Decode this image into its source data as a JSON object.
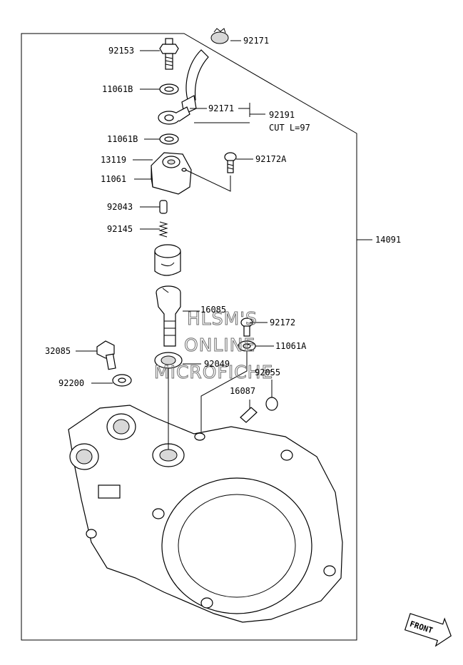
{
  "labels": {
    "p92171_top": "92171",
    "p92153": "92153",
    "p11061b_a": "11061B",
    "p92171_mid": "92171",
    "p92191": "92191",
    "cut": "CUT L=97",
    "p11061b_b": "11061B",
    "p13119": "13119",
    "p92172a": "92172A",
    "p11061": "11061",
    "p92043": "92043",
    "p92145": "92145",
    "p14091": "14091",
    "p16085": "16085",
    "p92172": "92172",
    "p11061a": "11061A",
    "p32085": "32085",
    "p92049": "92049",
    "p92055": "92055",
    "p92200": "92200",
    "p16087": "16087"
  },
  "watermark": {
    "line1": "HLSM'S",
    "line2": "ONLINE",
    "line3": "MICROFICHE"
  },
  "front_marker": "FRONT"
}
